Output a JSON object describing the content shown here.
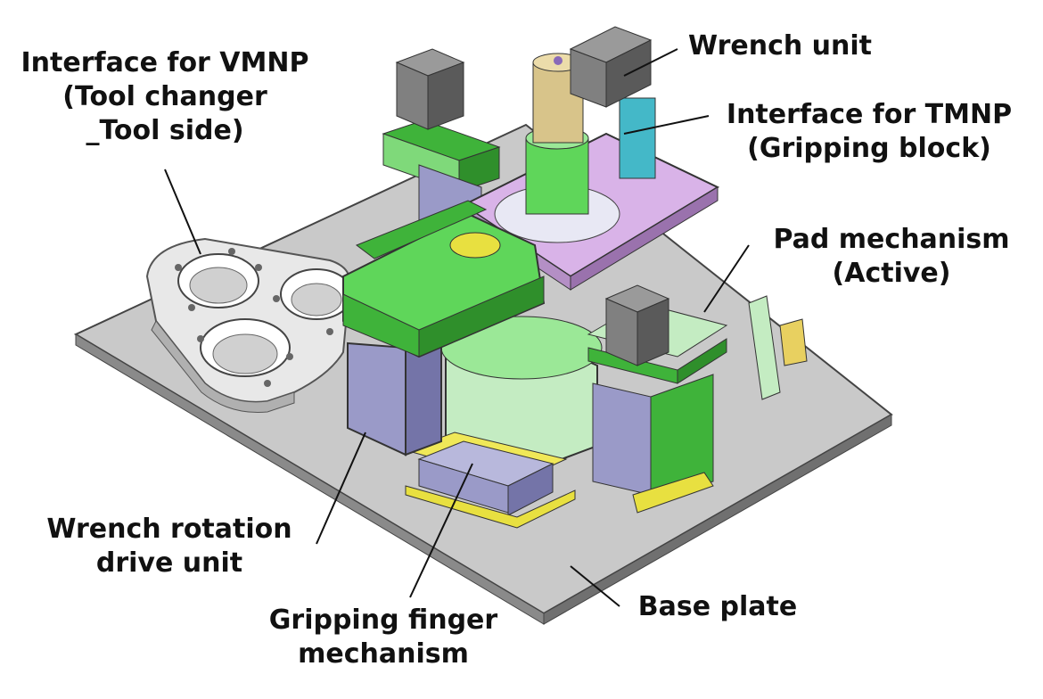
{
  "labels": {
    "vmnp": {
      "line1": "Interface for VMNP",
      "line2": "(Tool changer",
      "line3": "_Tool side)"
    },
    "wrench_unit": {
      "line1": "Wrench unit"
    },
    "tmnp": {
      "line1": "Interface for TMNP",
      "line2": "(Gripping block)"
    },
    "pad": {
      "line1": "Pad mechanism",
      "line2": "(Active)"
    },
    "wrench_rotation": {
      "line1": "Wrench rotation",
      "line2": "drive unit"
    },
    "gripping_finger": {
      "line1": "Gripping finger",
      "line2": "mechanism"
    },
    "base_plate": {
      "line1": "Base plate"
    }
  },
  "colors": {
    "base_plate": "#c9c9c9",
    "green": "#5fd65a",
    "light_green": "#c4ecc2",
    "lavender": "#9a9ac8",
    "pink": "#d9b3e8",
    "motor_gray": "#808080",
    "brass": "#d8c48a",
    "yellow": "#e8e040"
  }
}
